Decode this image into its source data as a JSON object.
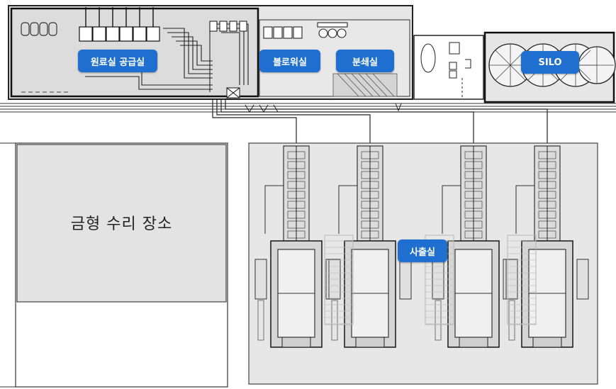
{
  "colors": {
    "label_bg": "#1f6fd1",
    "label_text": "#ffffff",
    "area_fill": "#e3e3e3",
    "line": "#2b2b2b"
  },
  "labels": {
    "raw_material_room": "원료실 공급실",
    "blower_room": "블로워실",
    "grinding_room": "분쇄실",
    "silo": "SILO",
    "injection_room": "사출실"
  },
  "rooms": {
    "mold_repair": "금형 수리 장소"
  }
}
